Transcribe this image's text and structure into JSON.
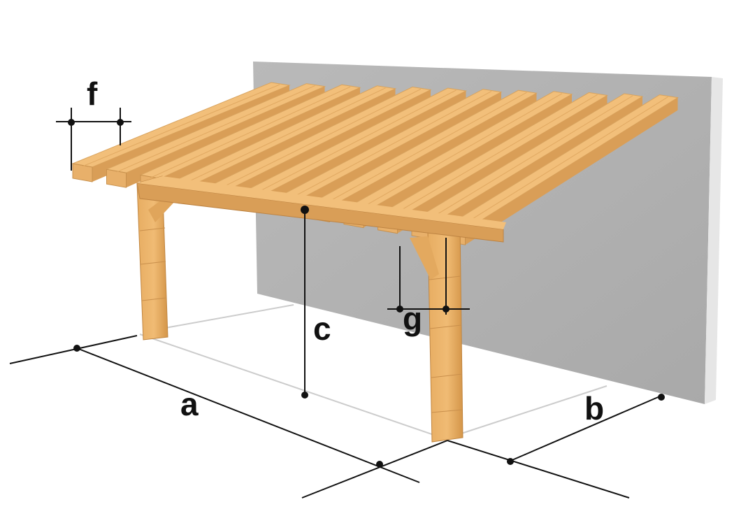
{
  "labels": {
    "a": "a",
    "b": "b",
    "c": "c",
    "f": "f",
    "g": "g"
  },
  "colors": {
    "wall": "#b3b3b3",
    "wall_side": "#e4e4e4",
    "wood_top": "#f2bf7a",
    "wood_side": "#d99e57",
    "wood_dark": "#c48843",
    "dimension_line": "#111111",
    "ground_line": "#cfcfcf"
  }
}
